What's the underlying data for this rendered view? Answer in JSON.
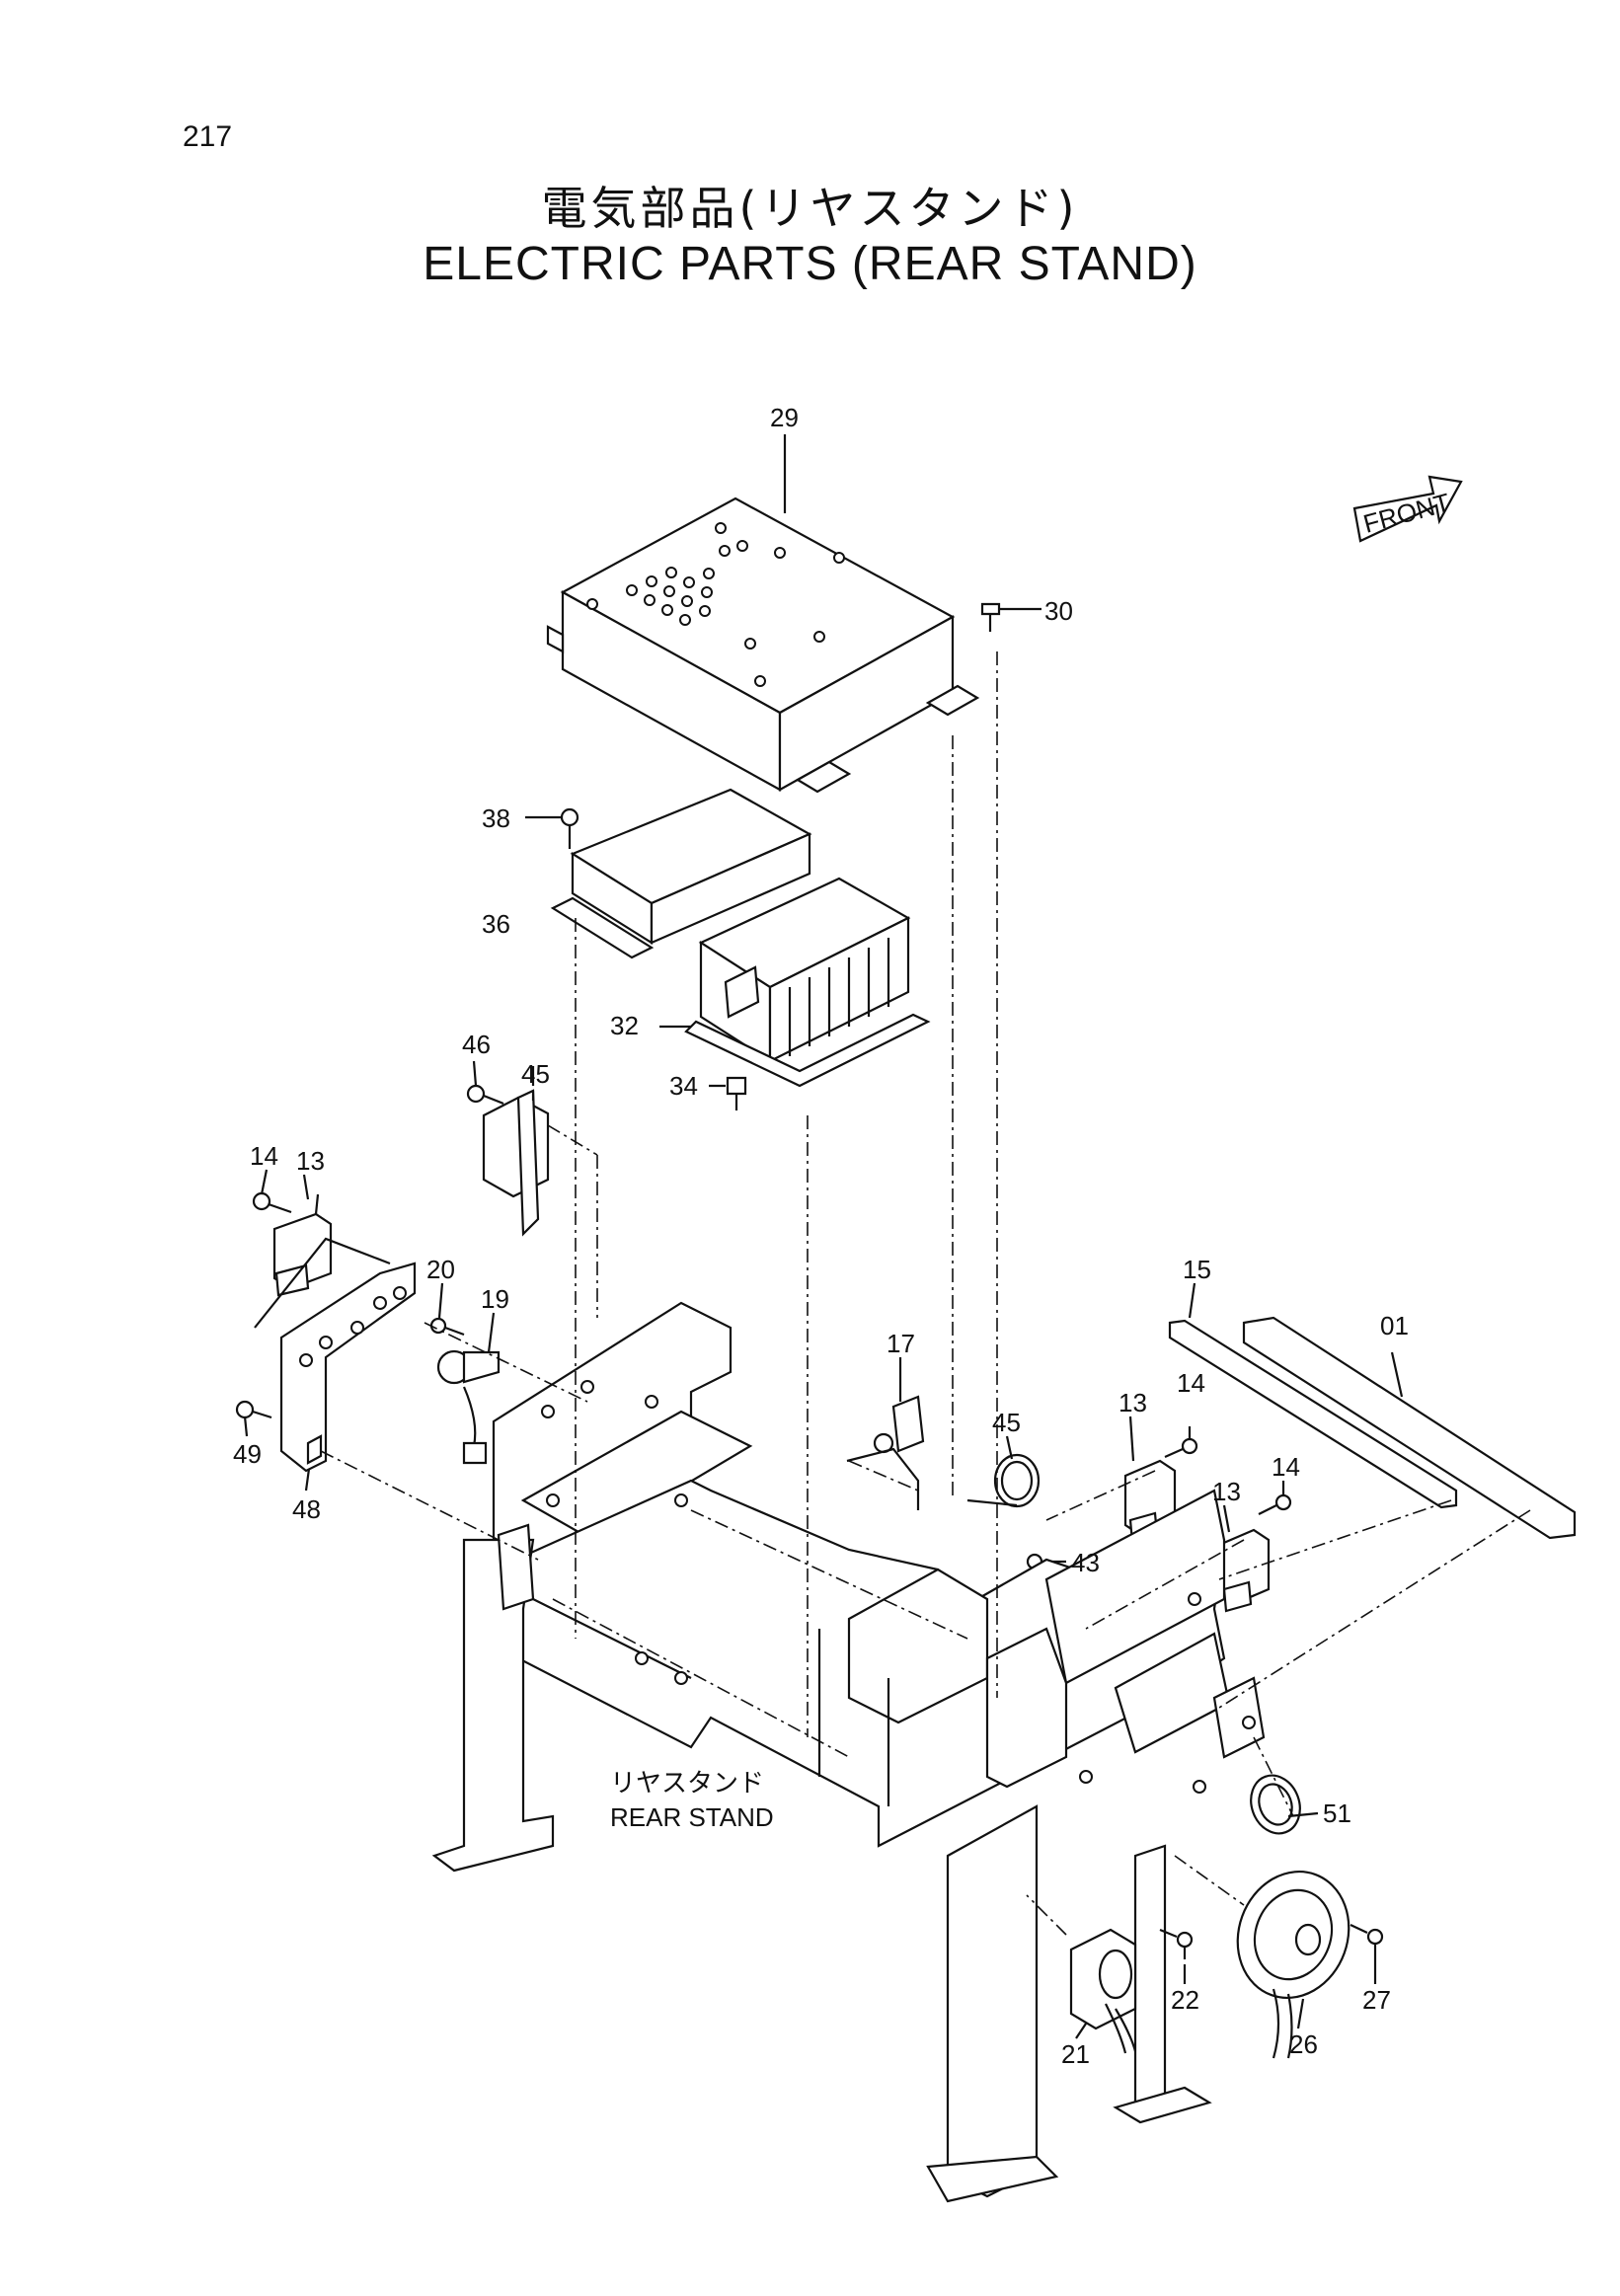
{
  "page_number": "217",
  "title": {
    "japanese": "電気部品(リヤスタンド)",
    "english": "ELECTRIC PARTS (REAR STAND)"
  },
  "front_marker": "FRONT",
  "assembly_label": {
    "japanese": "リヤスタンド",
    "english": "REAR STAND"
  },
  "callouts": [
    "29",
    "30",
    "38",
    "36",
    "32",
    "34",
    "46",
    "45",
    "14",
    "13",
    "20",
    "19",
    "49",
    "48",
    "17",
    "15",
    "01",
    "14",
    "13",
    "45",
    "13",
    "14",
    "43",
    "51",
    "21",
    "22",
    "26",
    "27"
  ]
}
